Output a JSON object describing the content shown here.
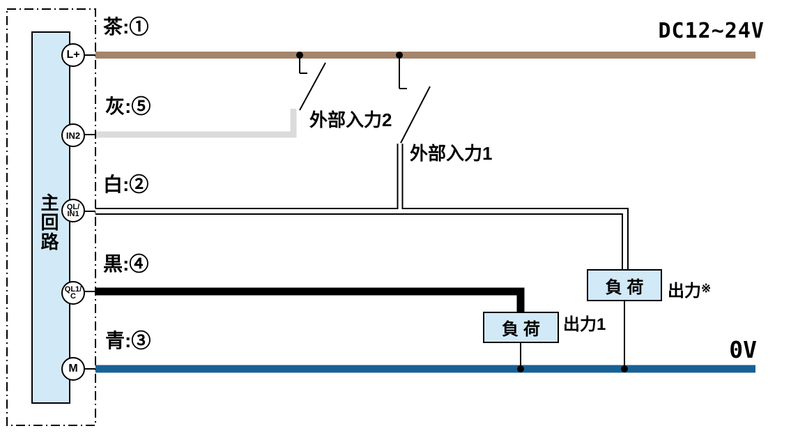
{
  "colors": {
    "wire-brown": "#A5846C",
    "wire-gray": "#DBDBDB",
    "wire-blue": "#176196",
    "box-fill": "#D2E9F8",
    "line-black": "#000000",
    "background": "#FFFFFF"
  },
  "power_labels": {
    "positive": "DC12~24V",
    "negative": "0V"
  },
  "wire_labels": {
    "brown": "茶:①",
    "gray": "灰:⑤",
    "white": "白:②",
    "black": "黒:④",
    "blue": "青:③"
  },
  "device": {
    "label": "主回路"
  },
  "terminals": [
    {
      "line1": "L+"
    },
    {
      "line1": "IN2"
    },
    {
      "line1": "QL/",
      "line2": "IN1"
    },
    {
      "line1": "QL1/",
      "line2": "C"
    },
    {
      "line1": "M"
    }
  ],
  "switches": [
    {
      "label": "外部入力2"
    },
    {
      "label": "外部入力1"
    }
  ],
  "loads": [
    {
      "label": "負 荷",
      "output": "出力1",
      "output_mark": ""
    },
    {
      "label": "負 荷",
      "output": "出力",
      "output_mark": "※"
    }
  ]
}
